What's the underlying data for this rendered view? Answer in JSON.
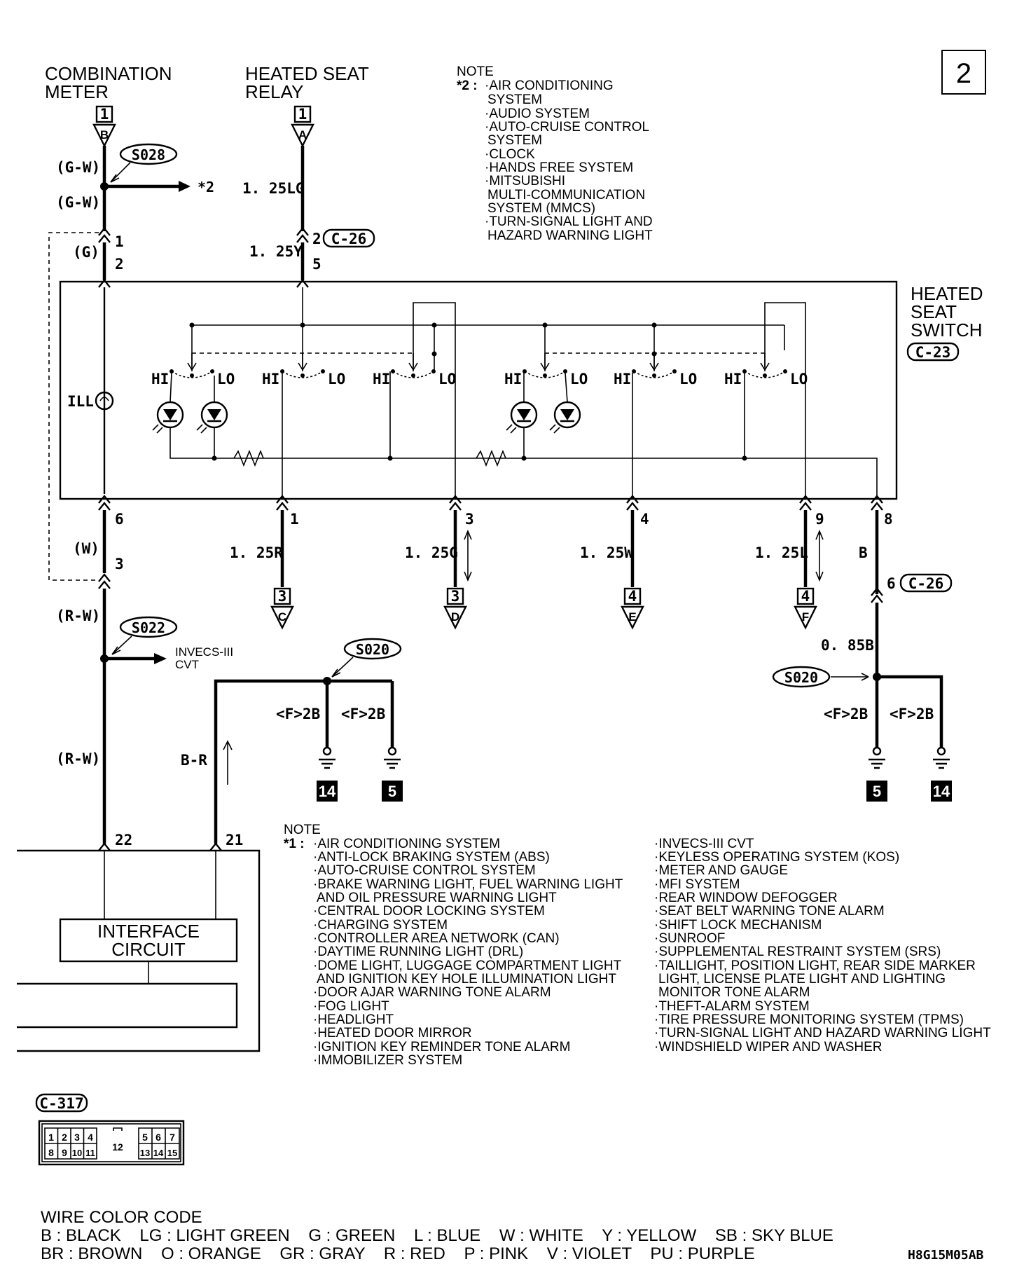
{
  "page_no": "2",
  "doc_code": "H8G15M05AB",
  "components": {
    "combination_meter": [
      "COMBINATION",
      "METER"
    ],
    "heated_seat_relay": [
      "HEATED SEAT",
      "RELAY"
    ],
    "heated_seat_switch": [
      "HEATED",
      "SEAT",
      "SWITCH"
    ],
    "interface_circuit": [
      "INTERFACE",
      "CIRCUIT"
    ],
    "invecs": [
      "INVECS-III",
      "CVT"
    ]
  },
  "connectors": {
    "c26": "C-26",
    "c23": "C-23",
    "c317": "C-317"
  },
  "splices": {
    "s028": "S028",
    "s022": "S022",
    "s020": "S020"
  },
  "wires": {
    "gw": "(G-W)",
    "g": "(G)",
    "w": "(W)",
    "rw": "(R-W)",
    "lg125": "1. 25LG",
    "y125": "1. 25Y",
    "r125": "1. 25R",
    "g125": "1. 25G",
    "w125": "1. 25W",
    "l125": "1. 25L",
    "b": "B",
    "b085": "0. 85B",
    "br": "B-R",
    "f2b": "<F>2B"
  },
  "pins": {
    "p1": "1",
    "p2": "2",
    "p3": "3",
    "p4": "4",
    "p5": "5",
    "p6": "6",
    "p8": "8",
    "p9": "9",
    "p21": "21",
    "p22": "22"
  },
  "symbols": {
    "hi": "HI",
    "lo": "LO",
    "ill": "ILL",
    "star2": "*2",
    "star1": "*1",
    "conn_A": "A",
    "conn_B": "B",
    "conn_C": "C",
    "conn_D": "D",
    "conn_E": "E",
    "conn_F": "F",
    "num1": "1",
    "num3": "3",
    "num4": "4",
    "ground5": "5",
    "ground14": "14"
  },
  "note_top": {
    "title": "NOTE",
    "marker": "*2 :",
    "lines": [
      "·AIR CONDITIONING",
      "SYSTEM",
      "·AUDIO SYSTEM",
      "·AUTO-CRUISE CONTROL",
      "SYSTEM",
      "·CLOCK",
      "·HANDS FREE SYSTEM",
      "·MITSUBISHI",
      "MULTI-COMMUNICATION",
      "SYSTEM (MMCS)",
      "·TURN-SIGNAL LIGHT AND",
      "HAZARD WARNING LIGHT"
    ]
  },
  "note_bottom": {
    "title": "NOTE",
    "marker": "*1 :",
    "col1": [
      "·AIR CONDITIONING SYSTEM",
      "·ANTI-LOCK BRAKING SYSTEM (ABS)",
      "·AUTO-CRUISE CONTROL SYSTEM",
      "·BRAKE WARNING LIGHT, FUEL WARNING LIGHT",
      "AND OIL PRESSURE WARNING LIGHT",
      "·CENTRAL DOOR LOCKING SYSTEM",
      "·CHARGING SYSTEM",
      "·CONTROLLER AREA NETWORK (CAN)",
      "·DAYTIME RUNNING LIGHT (DRL)",
      "·DOME LIGHT, LUGGAGE COMPARTMENT LIGHT",
      "AND IGNITION KEY HOLE ILLUMINATION LIGHT",
      "·DOOR AJAR WARNING TONE ALARM",
      "·FOG LIGHT",
      "·HEADLIGHT",
      "·HEATED DOOR MIRROR",
      "·IGNITION KEY REMINDER TONE ALARM",
      "·IMMOBILIZER SYSTEM"
    ],
    "col2": [
      "·INVECS-III CVT",
      "·KEYLESS OPERATING SYSTEM (KOS)",
      "·METER AND GAUGE",
      "·MFI SYSTEM",
      "·REAR WINDOW DEFOGGER",
      "·SEAT BELT WARNING TONE ALARM",
      "·SHIFT LOCK MECHANISM",
      "·SUNROOF",
      "·SUPPLEMENTAL RESTRAINT SYSTEM (SRS)",
      "·TAILLIGHT, POSITION LIGHT, REAR SIDE MARKER",
      "LIGHT, LICENSE PLATE LIGHT AND LIGHTING",
      "MONITOR TONE ALARM",
      "·THEFT-ALARM SYSTEM",
      "·TIRE PRESSURE MONITORING SYSTEM (TPMS)",
      "·TURN-SIGNAL LIGHT AND HAZARD WARNING LIGHT",
      "·WINDSHIELD WIPER AND WASHER"
    ]
  },
  "connector_pins": {
    "row1": [
      "1",
      "2",
      "3",
      "4",
      "5",
      "6",
      "7"
    ],
    "row2": [
      "8",
      "9",
      "10",
      "11",
      "13",
      "14",
      "15"
    ],
    "center": "12"
  },
  "wire_color_code": {
    "title": "WIRE COLOR CODE",
    "line1": "B : BLACK    LG : LIGHT GREEN    G : GREEN    L : BLUE    W : WHITE    Y : YELLOW    SB : SKY BLUE",
    "line2": "BR : BROWN    O : ORANGE    GR : GRAY    R : RED    P : PINK    V : VIOLET    PU : PURPLE"
  }
}
